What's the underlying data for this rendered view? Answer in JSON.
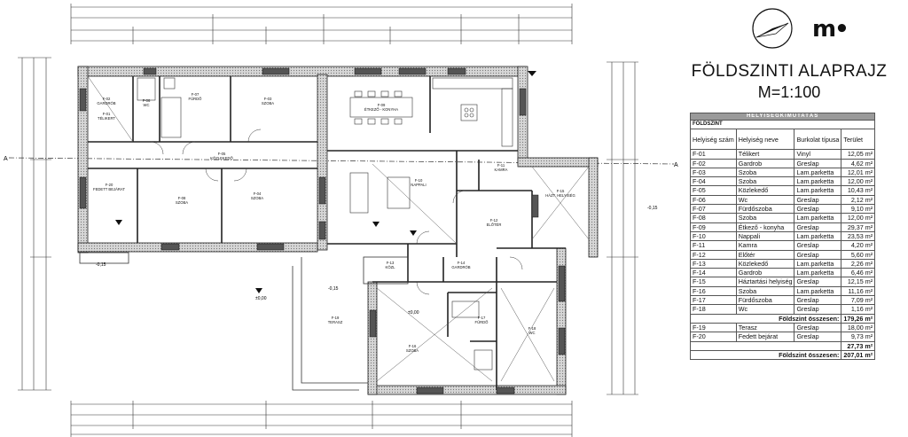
{
  "title": {
    "main": "FÖLDSZINTI ALAPRAJZ",
    "scale": "M=1:100",
    "logo": "m•"
  },
  "table": {
    "header": "HELYISÉGKIMUTATÁS",
    "section": "FÖLDSZINT",
    "columns": [
      "Helyiség szám",
      "Helyiség neve",
      "Burkolat típusa",
      "Terület"
    ],
    "rows": [
      [
        "F-01",
        "Télikert",
        "Vinyl",
        "12,05 m²"
      ],
      [
        "F-02",
        "Gardrob",
        "Greslap",
        "4,62 m²"
      ],
      [
        "F-03",
        "Szoba",
        "Lam.parketta",
        "12,01 m²"
      ],
      [
        "F-04",
        "Szoba",
        "Lam.parketta",
        "12,00 m²"
      ],
      [
        "F-05",
        "Közlekedő",
        "Lam.parketta",
        "10,43 m²"
      ],
      [
        "F-06",
        "Wc",
        "Greslap",
        "2,12 m²"
      ],
      [
        "F-07",
        "Fürdőszoba",
        "Greslap",
        "9,10 m²"
      ],
      [
        "F-08",
        "Szoba",
        "Lam.parketta",
        "12,00 m²"
      ],
      [
        "F-09",
        "Étkező - konyha",
        "Greslap",
        "29,37 m²"
      ],
      [
        "F-10",
        "Nappali",
        "Lam.parketta",
        "23,53 m²"
      ],
      [
        "F-11",
        "Kamra",
        "Greslap",
        "4,20 m²"
      ],
      [
        "F-12",
        "Előtér",
        "Greslap",
        "5,60 m²"
      ],
      [
        "F-13",
        "Közlekedő",
        "Lam.parketta",
        "2,26 m²"
      ],
      [
        "F-14",
        "Gardrob",
        "Lam.parketta",
        "6,46 m²"
      ],
      [
        "F-15",
        "Háztartási helyiség",
        "Greslap",
        "12,15 m²"
      ],
      [
        "F-16",
        "Szoba",
        "Lam.parketta",
        "11,16 m²"
      ],
      [
        "F-17",
        "Fürdőszoba",
        "Greslap",
        "7,09 m²"
      ],
      [
        "F-18",
        "Wc",
        "Greslap",
        "1,16 m²"
      ]
    ],
    "subtotal1_label": "Földszint összesen:",
    "subtotal1_value": "179,26 m²",
    "rows2": [
      [
        "F-19",
        "Terasz",
        "Greslap",
        "18,00 m²"
      ],
      [
        "F-20",
        "Fedett bejárat",
        "Greslap",
        "9,73 m²"
      ]
    ],
    "subtotal2_value": "27,73 m²",
    "total_label": "Földszint összesen:",
    "total_value": "207,01 m²"
  },
  "plan": {
    "rooms": [
      {
        "id": "F-01",
        "name": "TÉLIKERT"
      },
      {
        "id": "F-02",
        "name": "GARDRÓB"
      },
      {
        "id": "F-03",
        "name": "SZOBA"
      },
      {
        "id": "F-04",
        "name": "SZOBA"
      },
      {
        "id": "F-05",
        "name": "KÖZLEKEDŐ"
      },
      {
        "id": "F-06",
        "name": "WC"
      },
      {
        "id": "F-07",
        "name": "FÜRDŐ"
      },
      {
        "id": "F-08",
        "name": "SZOBA"
      },
      {
        "id": "F-09",
        "name": "ÉTKEZŐ - KONYHA"
      },
      {
        "id": "F-10",
        "name": "NAPPALI"
      },
      {
        "id": "F-11",
        "name": "KAMRA"
      },
      {
        "id": "F-12",
        "name": "ELŐTÉR"
      },
      {
        "id": "F-13",
        "name": "KÖZL"
      },
      {
        "id": "F-14",
        "name": "GARDRÓB"
      },
      {
        "id": "F-15",
        "name": "HÁZT. HELYISÉG"
      },
      {
        "id": "F-16",
        "name": "SZOBA"
      },
      {
        "id": "F-17",
        "name": "FÜRDŐ"
      },
      {
        "id": "F-18",
        "name": "WC"
      },
      {
        "id": "F-19",
        "name": "TERASZ"
      },
      {
        "id": "F-20",
        "name": "FEDETT BEJÁRAT"
      }
    ],
    "levels": [
      "±0,00",
      "-0,15",
      "-0,15",
      "-0,15",
      "±0,00"
    ],
    "section_marks": [
      "A",
      "A"
    ]
  },
  "colors": {
    "line": "#222222",
    "wall_fill": "#bdbdbd",
    "table_header": "#9a9a9a"
  }
}
